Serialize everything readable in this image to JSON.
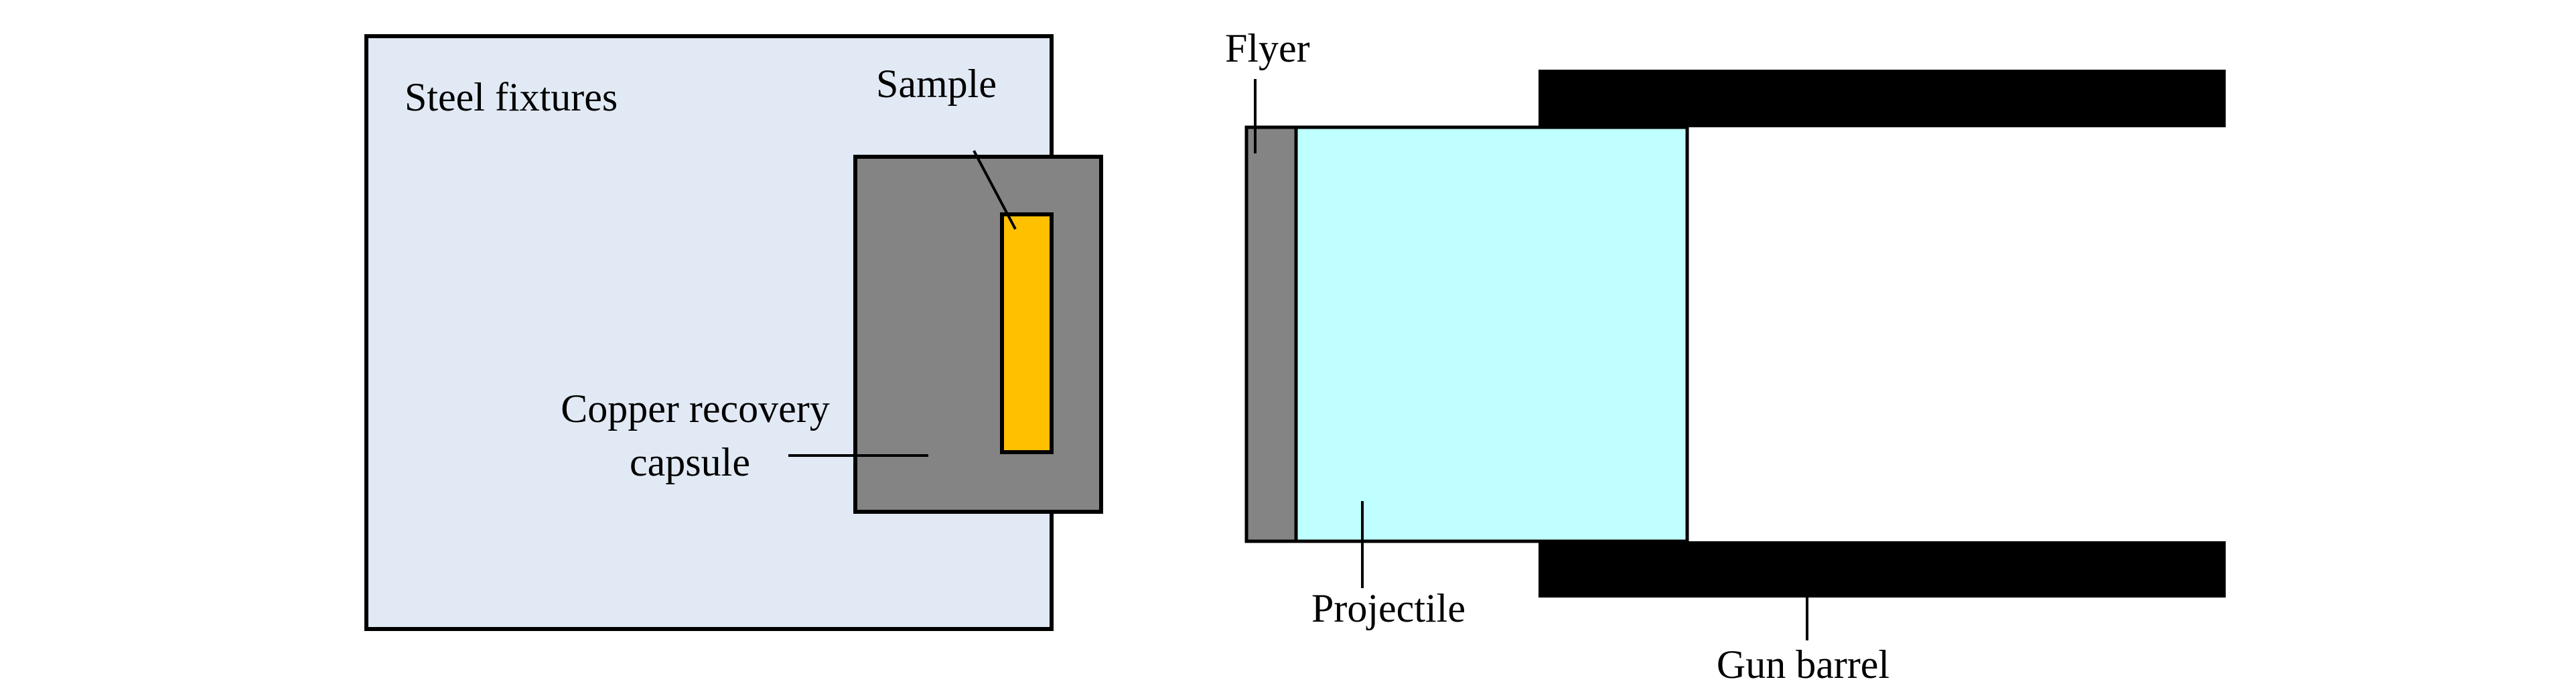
{
  "labels": {
    "steel_fixtures": "Steel fixtures",
    "sample": "Sample",
    "capsule_line1": "Copper recovery",
    "capsule_line2": "capsule",
    "flyer": "Flyer",
    "projectile": "Projectile",
    "gun_barrel": "Gun barrel"
  },
  "colors": {
    "steel": "#E1E9F4",
    "capsule": "#848484",
    "sample": "#FFC000",
    "flyer": "#848484",
    "projectile": "#C0FFFF",
    "barrel": "#000000"
  }
}
